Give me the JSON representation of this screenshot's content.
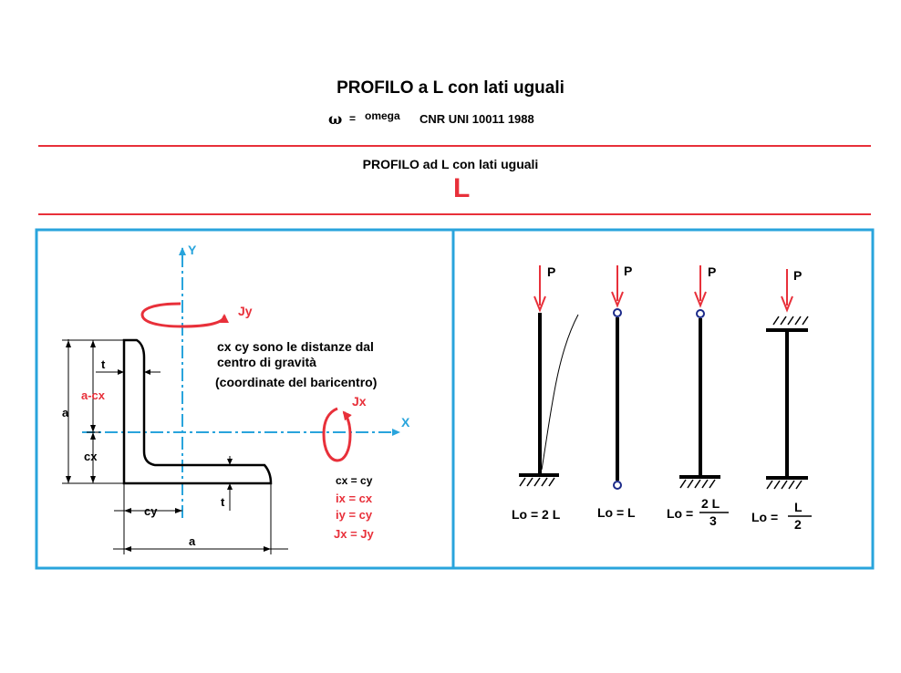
{
  "header": {
    "title": "PROFILO a L con lati uguali",
    "omega_symbol": "ω",
    "equals": "=",
    "omega_word": "omega",
    "norm": "CNR UNI 10011 1988"
  },
  "section": {
    "title": "PROFILO ad L con lati uguali",
    "symbol": "L"
  },
  "profile_panel": {
    "axis_y": "Y",
    "axis_x": "X",
    "moment_y": "Jy",
    "moment_x": "Jx",
    "dim_t_top": "t",
    "dim_a_cx": "a-cx",
    "dim_a_left": "a",
    "dim_cx": "cx",
    "dim_cy": "cy",
    "dim_t_bottom": "t",
    "dim_a_bottom": "a",
    "note_line1": "cx cy sono le distanze dal",
    "note_line2": "centro di gravità",
    "note_line3": "(coordinate del baricentro)",
    "eq_cxcy": "cx = cy",
    "eq_ix": "ix = cx",
    "eq_iy": "iy = cy",
    "eq_J": "Jx = Jy"
  },
  "buckling_panel": {
    "load": "P",
    "case1": "Lo = 2 L",
    "case2": "Lo = L",
    "case3_prefix": "Lo =",
    "case3_num": "2 L",
    "case3_den": "3",
    "case4_prefix": "Lo =",
    "case4_num": "L",
    "case4_den": "2"
  },
  "colors": {
    "red": "#e8303a",
    "blue": "#29a4dc",
    "black": "#000000"
  }
}
